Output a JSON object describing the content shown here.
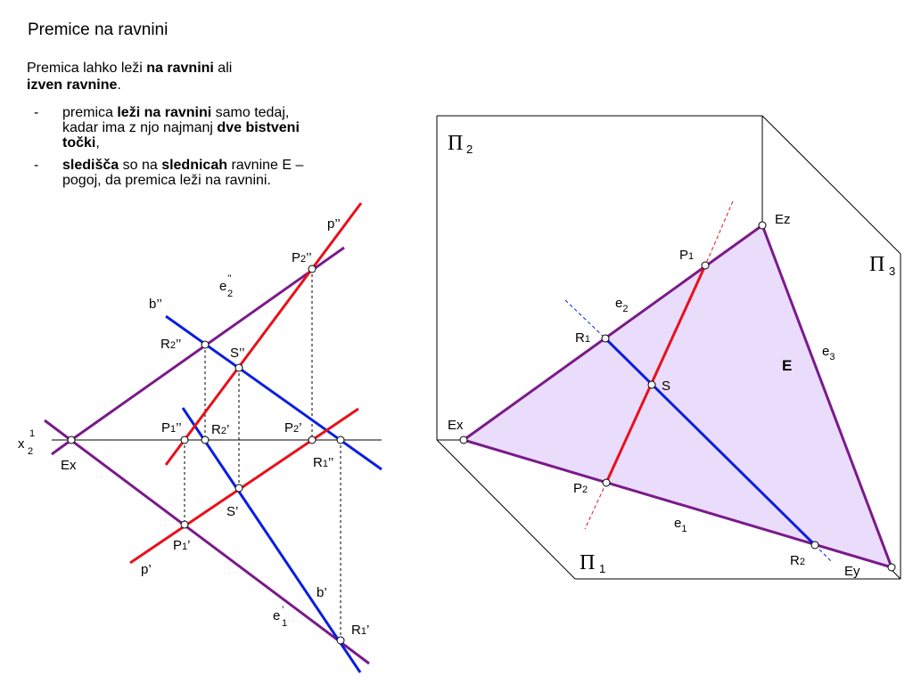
{
  "title": "Premice na ravnini",
  "intro": {
    "part1": "Premica lahko leži ",
    "bold1": "na ravnini",
    "part2": " ali ",
    "bold2": "izven ravnine",
    "part3": "."
  },
  "bullets": [
    {
      "dash": "-",
      "t1": "premica ",
      "b1": "leži na ravnini",
      "t2": " samo tedaj, kadar ima z njo najmanj ",
      "b2": "dve bistveni točki",
      "t3": ","
    },
    {
      "dash": "-",
      "b1": "sledišča",
      "t1": " so na ",
      "b2": "slednicah",
      "t2": " ravnine E – pogoj, da premica leži na ravnini."
    }
  ],
  "left_diagram": {
    "x21": {
      "main": "x",
      "sub": "2",
      "sup": "1"
    },
    "p2": "p’’",
    "b2": "b’’",
    "e2": {
      "main": "e",
      "sub": "2",
      "sup": "’’"
    },
    "P2pp": {
      "main": "P",
      "sub": "2",
      "tail": "’’"
    },
    "R2pp": {
      "main": "R",
      "sub": "2",
      "tail": "’’"
    },
    "Spp": "S’’",
    "P1pp": {
      "main": "P",
      "sub": "1",
      "tail": "’’"
    },
    "R2p": {
      "main": "R",
      "sub": "2",
      "tail": "’"
    },
    "P2p": {
      "main": "P",
      "sub": "2",
      "tail": "’"
    },
    "R1pp": {
      "main": "R",
      "sub": "1",
      "tail": "’’"
    },
    "Ex": "Ex",
    "Sp": "S’",
    "P1p": {
      "main": "P",
      "sub": "1",
      "tail": "’"
    },
    "p1": "p’",
    "b1": "b’",
    "e1": {
      "main": "e",
      "sub": "1",
      "sup": "’"
    },
    "R1p": {
      "main": "R",
      "sub": "1",
      "tail": "’"
    }
  },
  "right_diagram": {
    "Pi2": {
      "main": "Π",
      "sub": "2"
    },
    "Pi3": {
      "main": "Π",
      "sub": "3"
    },
    "Pi1": {
      "main": "Π",
      "sub": "1"
    },
    "Ez": "Ez",
    "Ex": "Ex",
    "Ey": "Ey",
    "E": "E",
    "S": "S",
    "P1": {
      "main": "P",
      "sub": "1"
    },
    "P2": {
      "main": "P",
      "sub": "2"
    },
    "R1": {
      "main": "R",
      "sub": "1"
    },
    "R2": {
      "main": "R",
      "sub": "2"
    },
    "e1": {
      "main": "e",
      "sub": "1"
    },
    "e2": {
      "main": "e",
      "sub": "2"
    },
    "e3": {
      "main": "e",
      "sub": "3"
    }
  },
  "colors": {
    "trace": "#7a1a8a",
    "red_line": "#e8101a",
    "blue_line": "#0a1ee0",
    "plane_fill": "#eadcfb",
    "frame": "#000000"
  }
}
